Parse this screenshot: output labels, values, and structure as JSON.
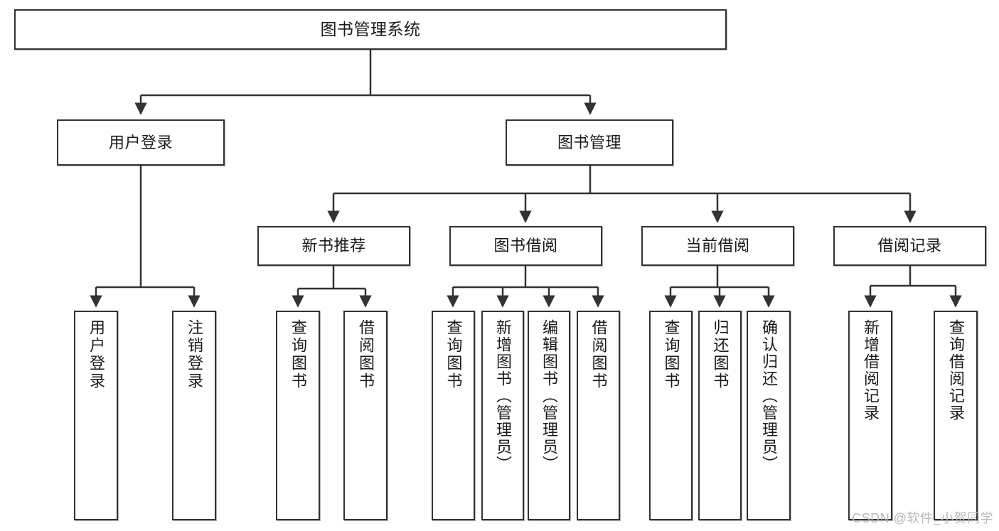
{
  "diagram": {
    "title": "图书管理系统",
    "type": "tree-hierarchy-chart",
    "root": {
      "label": "图书管理系统"
    },
    "level2": [
      {
        "label": "用户登录"
      },
      {
        "label": "图书管理"
      }
    ],
    "level3": [
      {
        "label": "新书推荐"
      },
      {
        "label": "图书借阅"
      },
      {
        "label": "当前借阅"
      },
      {
        "label": "借阅记录"
      }
    ],
    "leaves": {
      "user_login": [
        {
          "label": "用户登录"
        },
        {
          "label": "注销登录"
        }
      ],
      "new_book_recommend": [
        {
          "label": "查询图书"
        },
        {
          "label": "借阅图书"
        }
      ],
      "book_borrow": [
        {
          "label": "查询图书"
        },
        {
          "label": "新增图书（管理员）"
        },
        {
          "label": "编辑图书（管理员）"
        },
        {
          "label": "借阅图书"
        }
      ],
      "current_borrow": [
        {
          "label": "查询图书"
        },
        {
          "label": "归还图书"
        },
        {
          "label": "确认归还（管理员）"
        }
      ],
      "borrow_record": [
        {
          "label": "新增借阅记录"
        },
        {
          "label": "查询借阅记录"
        }
      ]
    }
  },
  "watermark": {
    "text": "CSDN @软件_小贺同学"
  },
  "colors": {
    "border": "#333333",
    "background": "#ffffff",
    "text": "#1a1a1a",
    "connector": "#333333",
    "watermark": "#b9b9b9"
  }
}
